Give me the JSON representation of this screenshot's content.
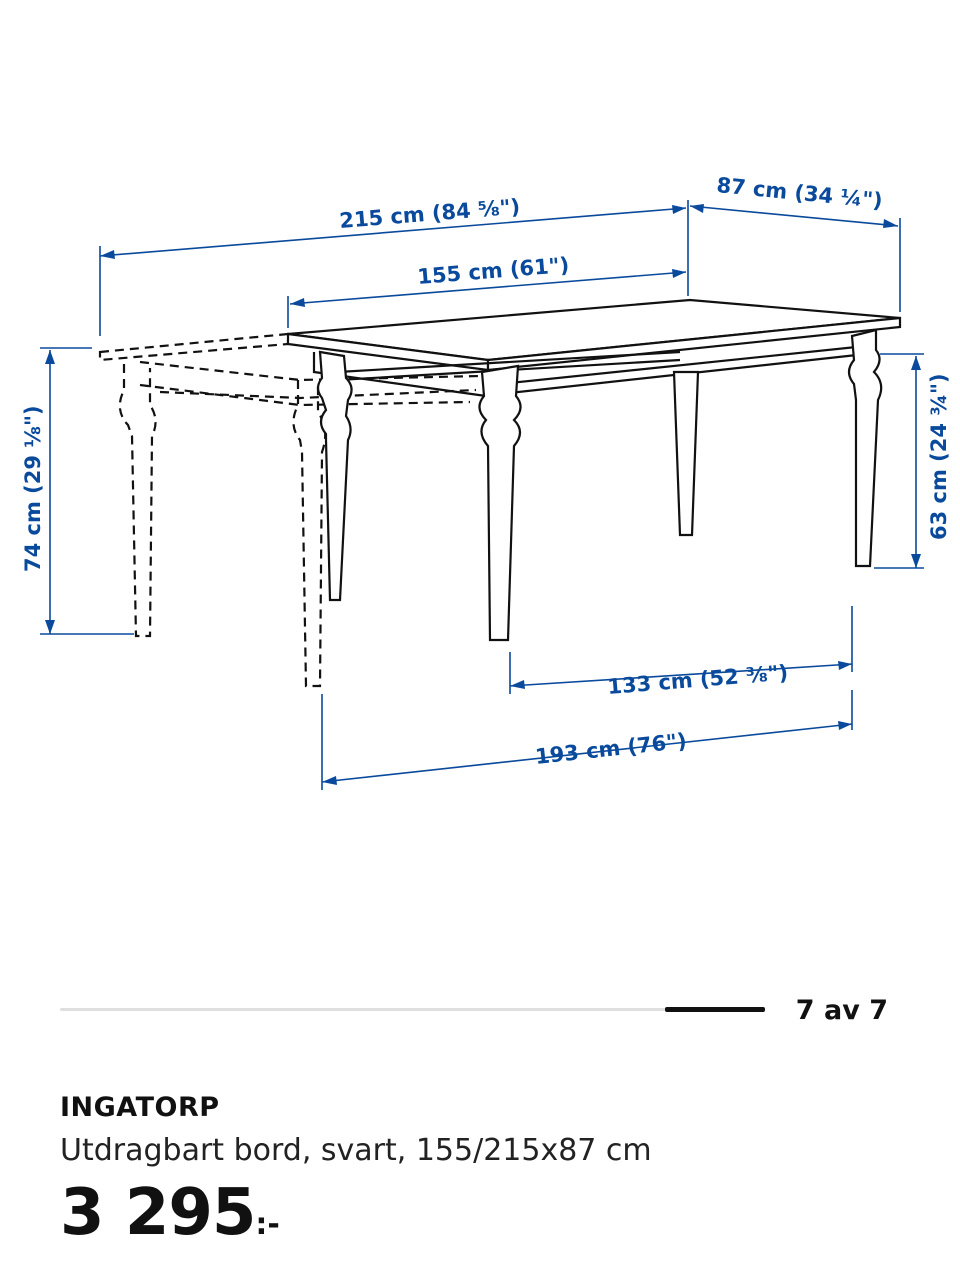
{
  "diagram": {
    "dimensions": {
      "extended_length": "215 cm (84 ⅝\")",
      "depth": "87 cm (34 ¼\")",
      "length": "155 cm (61\")",
      "height": "74 cm (29 ⅛\")",
      "apron_height": "63 cm (24 ¾\")",
      "leg_span": "133 cm (52 ⅜\")",
      "extended_leg_span": "193 cm (76\")"
    },
    "accent_color": "#0a4a9c"
  },
  "pager": {
    "counter": "7 av 7",
    "current": 7,
    "total": 7
  },
  "product": {
    "name": "INGATORP",
    "description": "Utdragbart bord, svart, 155/215x87 cm",
    "price": "3 295",
    "price_suffix": ":-"
  }
}
